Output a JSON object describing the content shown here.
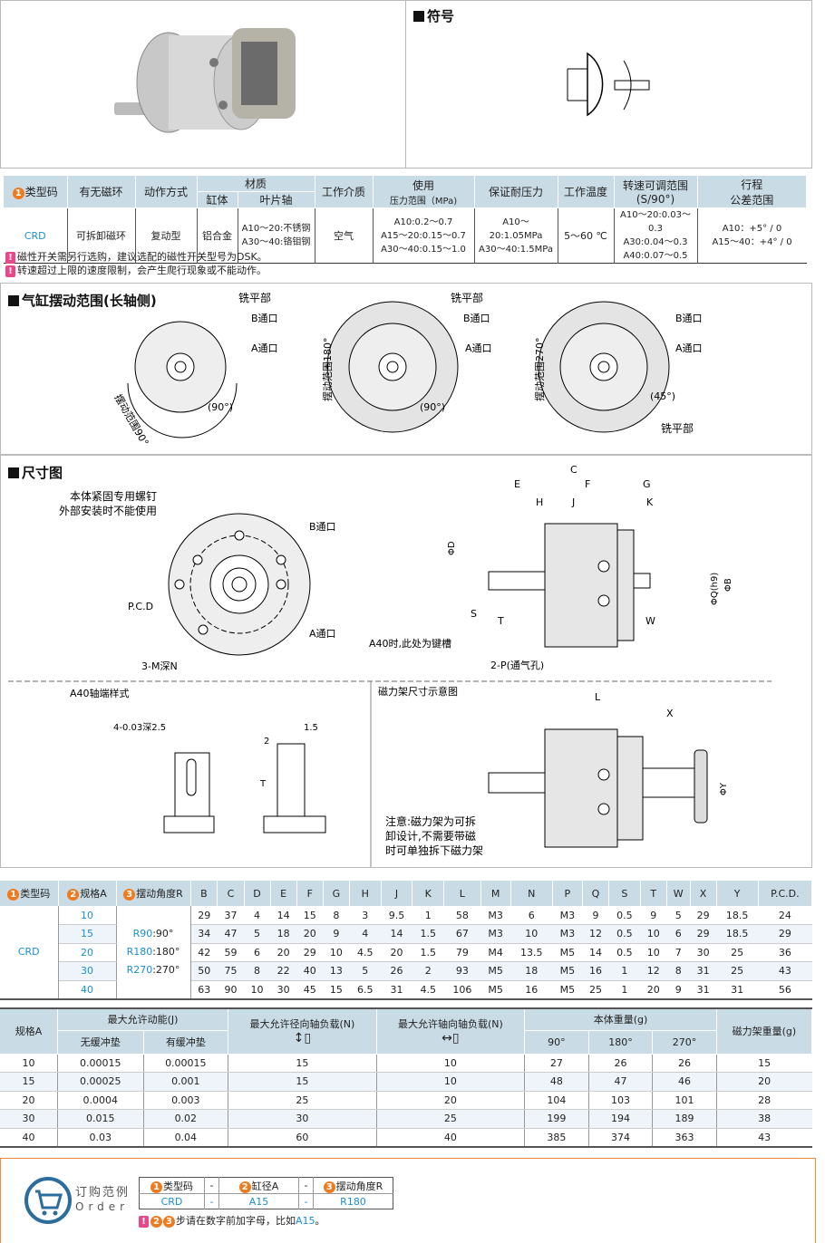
{
  "symbol": {
    "title": "符号"
  },
  "spec": {
    "headers": {
      "type": "类型码",
      "magnet": "有无磁环",
      "action": "动作方式",
      "material": "材质",
      "body": "缸体",
      "vane": "叶片轴",
      "medium": "工作介质",
      "pressure_1": "使用",
      "pressure_2": "压力范围（MPa)",
      "proof": "保证耐压力",
      "temp": "工作温度",
      "speed_1": "转速可调范围",
      "speed_2": "(S/90°)",
      "stroke_1": "行程",
      "stroke_2": "公差范围"
    },
    "row": {
      "type": "CRD",
      "magnet": "可拆卸磁环",
      "action": "复动型",
      "body": "铝合金",
      "vane": [
        "A10～20:不锈钢",
        "A30～40:铬钼钢"
      ],
      "medium": "空气",
      "pressure": [
        "A10:0.2～0.7",
        "A15～20:0.15～0.7",
        "A30～40:0.15～1.0"
      ],
      "proof": [
        "A10～20:1.05MPa",
        "A30～40:1.5MPa"
      ],
      "temp": "5～60 ℃",
      "speed": [
        "A10～20:0.03～0.3",
        "A30:0.04～0.3",
        "A40:0.07～0.5"
      ],
      "stroke": [
        "A10：+5° / 0",
        "A15～40：+4° / 0"
      ]
    },
    "notes": [
      "磁性开关需另行选购，建议选配的磁性开关型号为DSK。",
      "转速超过上限的速度限制，会产生爬行现象或不能动作。"
    ]
  },
  "swing": {
    "title": "气缸摆动范围(长轴侧)",
    "flat": "铣平部",
    "port_b": "B通口",
    "port_a": "A通口",
    "range90": "摆动范围90°",
    "range180": "摆动范围180°",
    "range270": "摆动范围270°",
    "deg90": "(90°)",
    "deg45": "(45°)"
  },
  "dim": {
    "title": "尺寸图",
    "screw_1": "本体紧固专用螺钉",
    "screw_2": "外部安装时不能使用",
    "pcd": "P.C.D",
    "port_b": "B通口",
    "port_a": "A通口",
    "mdepth": "3-M深N",
    "keyway": "A40时,此处为键槽",
    "vent": "2-P(通气孔)",
    "labels": [
      "C",
      "E",
      "F",
      "G",
      "H",
      "J",
      "K",
      "S",
      "T",
      "W",
      "ΦD",
      "ΦQ(h9)",
      "ΦB"
    ],
    "a40_title": "A40轴端样式",
    "a40_key": "4-0.03深2.5",
    "a40_2": "2",
    "a40_15": "1.5",
    "a40_t": "T",
    "mag_title": "磁力架尺寸示意图",
    "mag_labels": [
      "L",
      "X",
      "ΦY"
    ],
    "mag_note": [
      "注意:磁力架为可拆",
      "卸设计,不需要带磁",
      "时可单独拆下磁力架"
    ]
  },
  "dims_table": {
    "headers": [
      "类型码",
      "规格A",
      "摆动角度R",
      "B",
      "C",
      "D",
      "E",
      "F",
      "G",
      "H",
      "J",
      "K",
      "L",
      "M",
      "N",
      "P",
      "Q",
      "S",
      "T",
      "W",
      "X",
      "Y",
      "P.C.D."
    ],
    "type": "CRD",
    "angles": [
      [
        "R90",
        ":90°"
      ],
      [
        "R180",
        ":180°"
      ],
      [
        "R270",
        ":270°"
      ]
    ],
    "rows": [
      [
        "10",
        "29",
        "37",
        "4",
        "14",
        "15",
        "8",
        "3",
        "9.5",
        "1",
        "58",
        "M3",
        "6",
        "M3",
        "9",
        "0.5",
        "9",
        "5",
        "29",
        "18.5",
        "24"
      ],
      [
        "15",
        "34",
        "47",
        "5",
        "18",
        "20",
        "9",
        "4",
        "14",
        "1.5",
        "67",
        "M3",
        "10",
        "M3",
        "12",
        "0.5",
        "10",
        "6",
        "29",
        "18.5",
        "29"
      ],
      [
        "20",
        "42",
        "59",
        "6",
        "20",
        "29",
        "10",
        "4.5",
        "20",
        "1.5",
        "79",
        "M4",
        "13.5",
        "M5",
        "14",
        "0.5",
        "10",
        "7",
        "30",
        "25",
        "36"
      ],
      [
        "30",
        "50",
        "75",
        "8",
        "22",
        "40",
        "13",
        "5",
        "26",
        "2",
        "93",
        "M5",
        "18",
        "M5",
        "16",
        "1",
        "12",
        "8",
        "31",
        "25",
        "43"
      ],
      [
        "40",
        "63",
        "90",
        "10",
        "30",
        "45",
        "15",
        "6.5",
        "31",
        "4.5",
        "106",
        "M5",
        "16",
        "M5",
        "25",
        "1",
        "20",
        "9",
        "31",
        "31",
        "56"
      ]
    ]
  },
  "weight_table": {
    "headers": {
      "size": "规格A",
      "energy": "最大允许动能(J)",
      "no_cushion": "无缓冲垫",
      "cushion": "有缓冲垫",
      "radial": "最大允许径向轴负载(N)",
      "axial": "最大允许轴向轴负载(N)",
      "weight": "本体重量(g)",
      "w90": "90°",
      "w180": "180°",
      "w270": "270°",
      "mag": "磁力架重量(g)"
    },
    "rows": [
      [
        "10",
        "0.00015",
        "0.00015",
        "15",
        "10",
        "27",
        "26",
        "26",
        "15"
      ],
      [
        "15",
        "0.00025",
        "0.001",
        "15",
        "10",
        "48",
        "47",
        "46",
        "20"
      ],
      [
        "20",
        "0.0004",
        "0.003",
        "25",
        "20",
        "104",
        "103",
        "101",
        "28"
      ],
      [
        "30",
        "0.015",
        "0.02",
        "30",
        "25",
        "199",
        "194",
        "189",
        "38"
      ],
      [
        "40",
        "0.03",
        "0.04",
        "60",
        "40",
        "385",
        "374",
        "363",
        "43"
      ]
    ]
  },
  "order": {
    "title": "订购范例",
    "subtitle": "Order",
    "h1": "类型码",
    "h2": "缸径A",
    "h3": "摆动角度R",
    "dash": "-",
    "v1": "CRD",
    "v2": "A15",
    "v3": "R180",
    "note": "步请在数字前加字母，比如",
    "note_ex": "A15",
    "note_end": "。"
  },
  "colors": {
    "accent": "#1a8fd0",
    "header_bg": "#c9dbe5",
    "badge": "#f07a1e",
    "warn": "#e8488a"
  }
}
